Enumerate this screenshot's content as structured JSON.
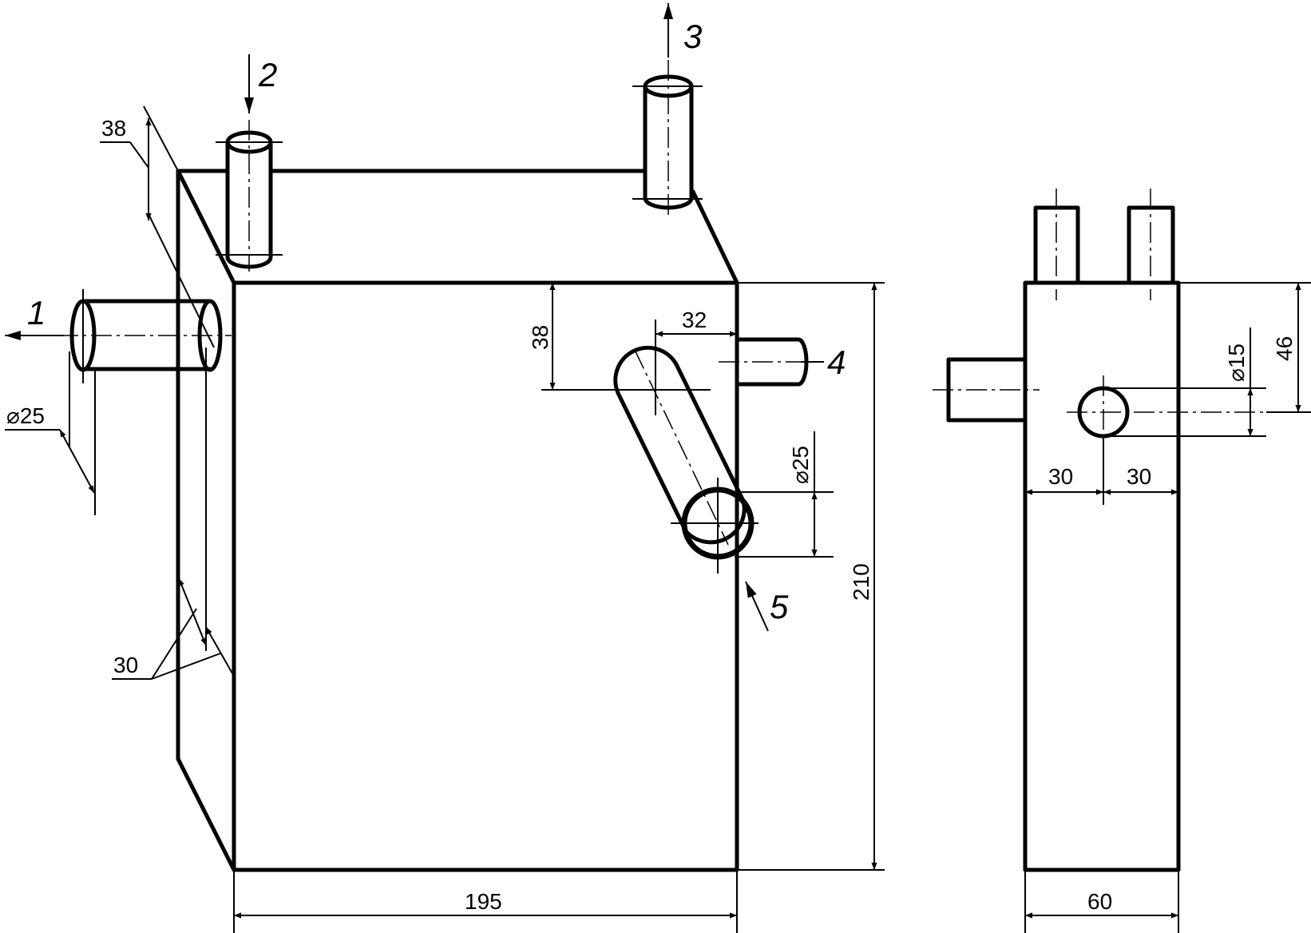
{
  "callouts": {
    "c1": "1",
    "c2": "2",
    "c3": "3",
    "c4": "4",
    "c5": "5"
  },
  "dimensions": {
    "width_195": "195",
    "height_210": "210",
    "top_offset_38": "38",
    "angled_38": "38",
    "offset_32": "32",
    "diameter_25_left": "⌀25",
    "diameter_25_right": "⌀25",
    "side_30_angled": "30",
    "side_30_left": "30",
    "side_30_right": "30",
    "height_46": "46",
    "diameter_15": "⌀15",
    "depth_60": "60"
  },
  "colors": {
    "line": "#000000",
    "background": "#ffffff"
  }
}
